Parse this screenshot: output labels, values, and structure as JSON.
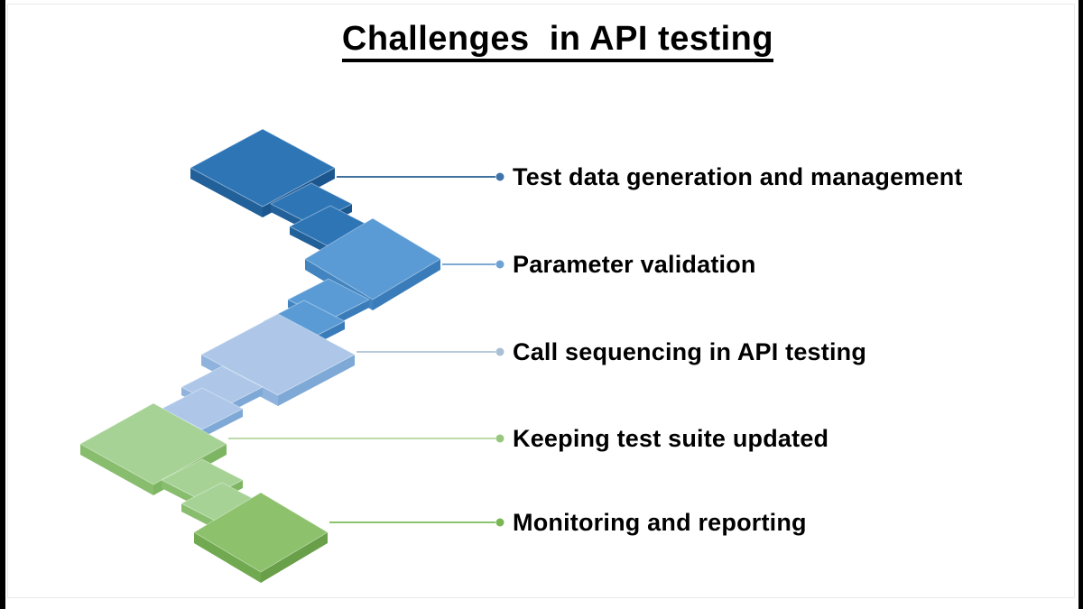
{
  "slide": {
    "title": "Challenges  in API testing"
  },
  "diagram": {
    "items": [
      {
        "label": "Test data generation and management",
        "colors": {
          "top": "#2e75b6",
          "side_left": "#226099",
          "side_right": "#1b568f",
          "line": "#40719f",
          "dot": "#3e74ab"
        }
      },
      {
        "label": "Parameter validation",
        "colors": {
          "top": "#5b9bd5",
          "side_left": "#4184c0",
          "side_right": "#3a7cba",
          "line": "#7ea9d4",
          "dot": "#6fa2d4"
        }
      },
      {
        "label": "Call sequencing in API testing",
        "colors": {
          "top": "#aec7e8",
          "side_left": "#8fb3dc",
          "side_right": "#7ea8d6",
          "line": "#b9c9da",
          "dot": "#a9bfd3"
        }
      },
      {
        "label": "Keeping test suite updated",
        "colors": {
          "top": "#a6d295",
          "side_left": "#88bd6e",
          "side_right": "#7eb563",
          "line": "#bcd9a9",
          "dot": "#98c77f"
        }
      },
      {
        "label": "Monitoring and reporting",
        "colors": {
          "top": "#8dc16c",
          "side_left": "#71a950",
          "side_right": "#699f49",
          "line": "#8cc46d",
          "dot": "#79b654"
        }
      }
    ]
  }
}
